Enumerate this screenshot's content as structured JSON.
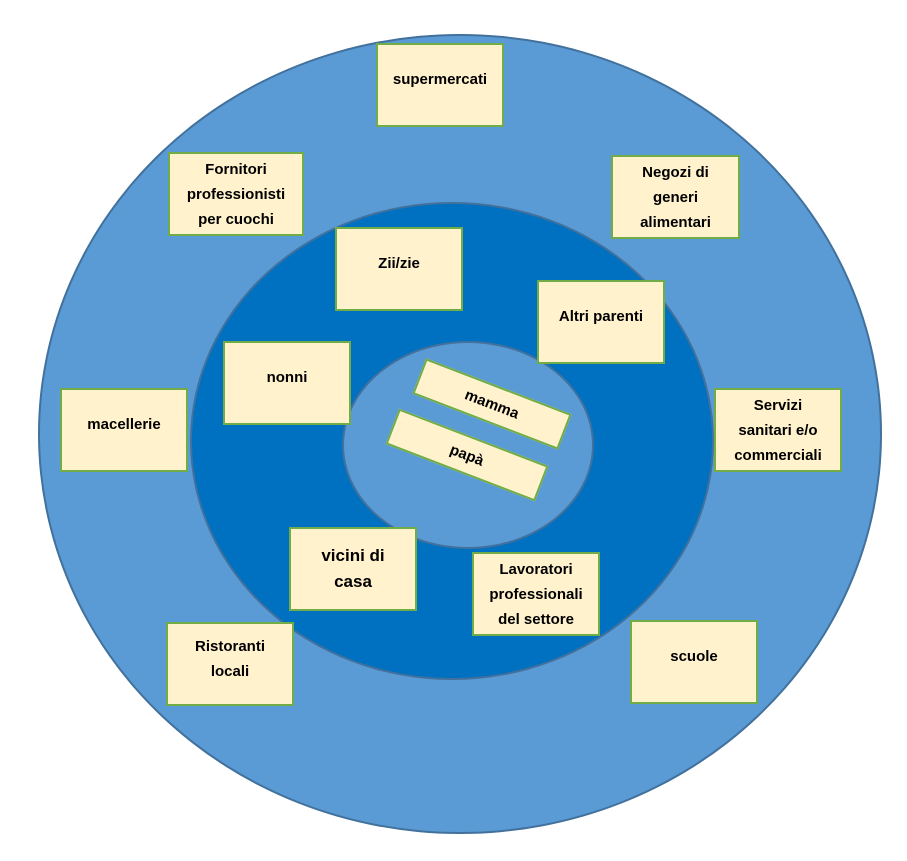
{
  "diagram": {
    "colors": {
      "outer_ring": "#5B9BD5",
      "middle_ring": "#0070C0",
      "inner_ring": "#5B9BD5",
      "box_fill": "#FFF2CC",
      "box_border": "#70AD47",
      "ring_border": "#41719C"
    },
    "inner": {
      "mamma": "mamma",
      "papa": "papà"
    },
    "middle": {
      "zii": "Zii/zie",
      "altri_parenti": "Altri parenti",
      "nonni": "nonni",
      "vicini": "vicini di\ncasa",
      "lavoratori": "Lavoratori\nprofessionali\ndel settore"
    },
    "outer": {
      "supermercati": "supermercati",
      "fornitori": "Fornitori\nprofessionisti\nper cuochi",
      "negozi": "Negozi di\ngeneri\nalimentari",
      "macellerie": "macellerie",
      "servizi": "Servizi\nsanitari e/o\ncommerciali",
      "ristoranti": "Ristoranti\nlocali",
      "scuole": "scuole"
    }
  }
}
